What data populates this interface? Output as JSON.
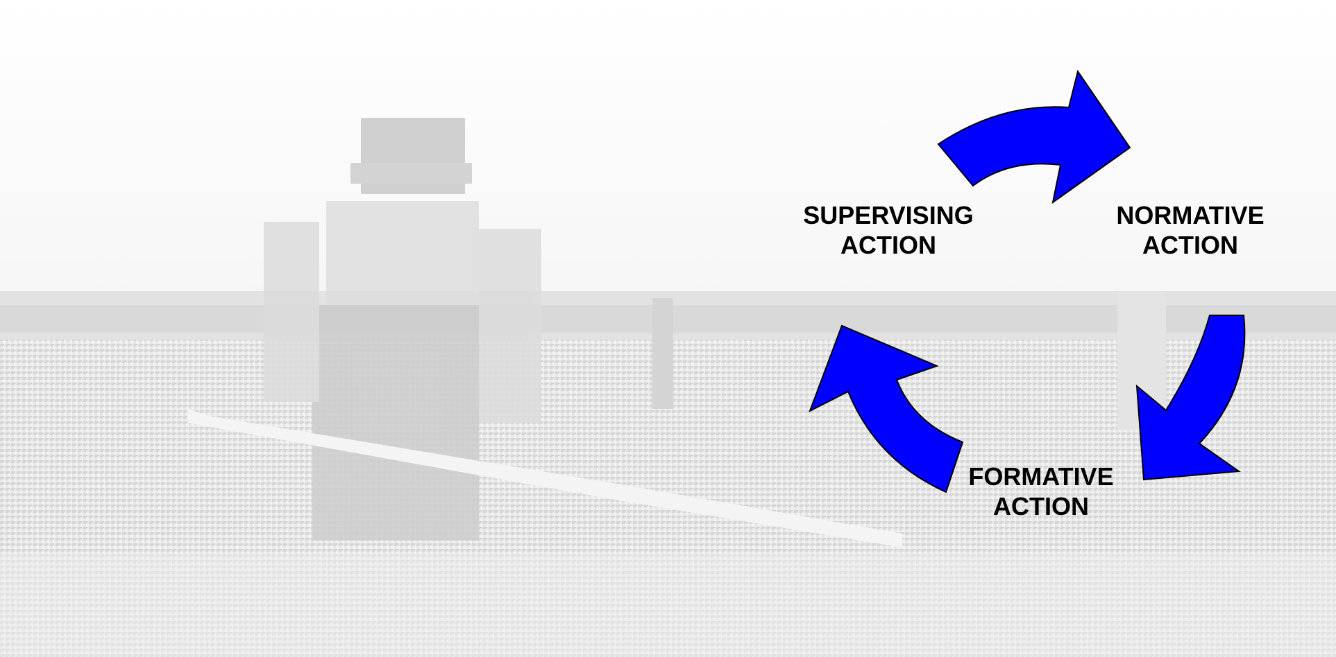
{
  "diagram": {
    "labels": {
      "supervising": {
        "line1": "SUPERVISING",
        "line2": "ACTION"
      },
      "normative": {
        "line1": "NORMATIVE",
        "line2": "ACTION"
      },
      "formative": {
        "line1": "FORMATIVE",
        "line2": "ACTION"
      }
    },
    "arrow_fill": "#0000FF",
    "arrow_stroke": "#000000",
    "cycle_order": [
      "supervising",
      "normative",
      "formative"
    ]
  },
  "background": {
    "description_icon": "worker-in-field-photo",
    "sky_color": "#FFFFFF",
    "ground_color": "#E6E6E6"
  }
}
